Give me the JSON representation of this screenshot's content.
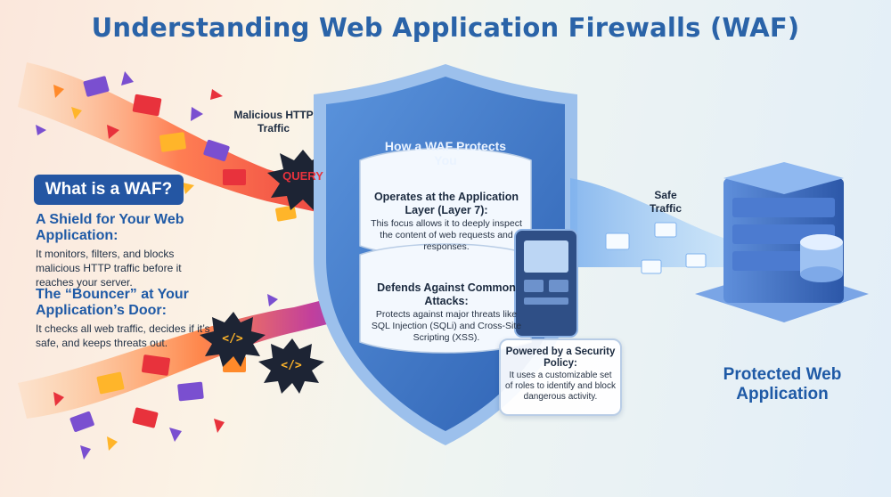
{
  "title": "Understanding Web Application Firewalls (WAF)",
  "sidebar": {
    "pill": "What is a WAF?",
    "items": [
      {
        "heading": "A Shield for Your Web Application:",
        "body": "It monitors, filters, and blocks malicious HTTP traffic before it reaches your server."
      },
      {
        "heading": "The “Bouncer” at Your Application’s Door:",
        "body": "It checks all web traffic, decides if it’s safe, and keeps threats out."
      }
    ]
  },
  "labels": {
    "malicious": "Malicious HTTP Traffic",
    "query": "QUERY",
    "code_glyph": "</>",
    "safe": "Safe Traffic",
    "protected": "Protected Web Application"
  },
  "shield": {
    "how": "How a WAF Protects You",
    "panels": [
      {
        "heading": "Operates at the Application Layer (Layer 7):",
        "body": "This focus allows it to deeply inspect the content of web requests and responses."
      },
      {
        "heading": "Defends Against Common Attacks:",
        "body": "Protects against major threats like SQL Injection (SQLi) and Cross-Site Scripting (XSS)."
      }
    ]
  },
  "policy": {
    "heading": "Powered by a Security Policy:",
    "body": "It uses a customizable set of roles to identify and block dangerous activity."
  },
  "colors": {
    "title": "#2a63a8",
    "shield": "#3f78c6",
    "shield_edge": "#9cc0ec",
    "threat_red": "#e8323c",
    "threat_orange": "#ff8a2a",
    "threat_purple": "#7a4fd0",
    "safe_blue": "#8cc4f2",
    "server": "#3d6fc4"
  }
}
